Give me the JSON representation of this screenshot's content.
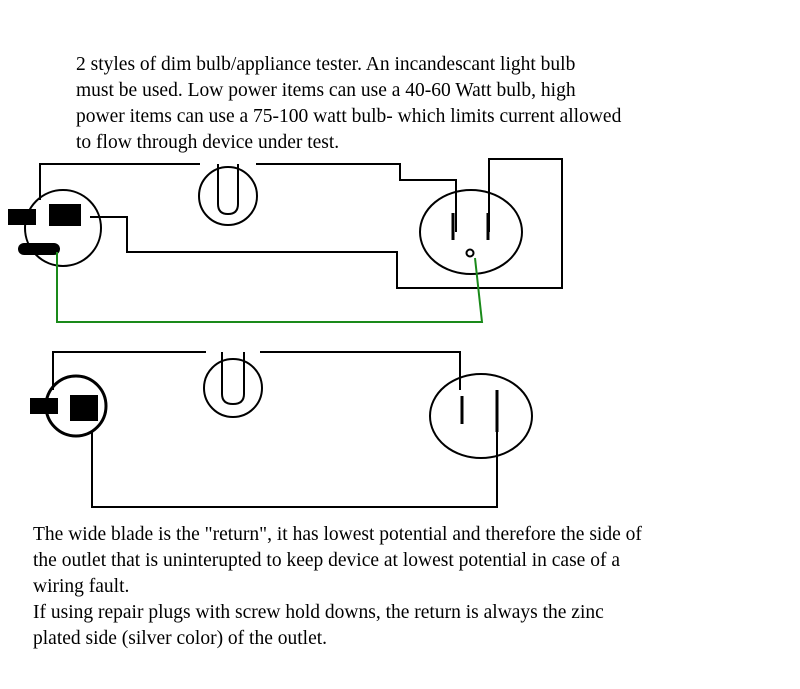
{
  "top_caption": {
    "lines": [
      "2 styles of dim bulb/appliance tester.  An incandescant light bulb",
      "must be used.  Low power items can use a 40-60 Watt bulb, high",
      "power items can use a 75-100 watt bulb- which limits current allowed",
      "to flow through device under test."
    ]
  },
  "bottom_caption": {
    "lines": [
      "The wide blade is the \"return\", it has lowest potential and therefore the side of",
      "the outlet that is uninterupted to keep device at lowest potential in case of a",
      "wiring fault.",
      "If using repair plugs with screw hold downs, the return is always the zinc",
      "plated side (silver color) of the outlet."
    ]
  },
  "colors": {
    "wire": "#000000",
    "ground_wire": "#1a8a1a",
    "background": "#ffffff"
  },
  "diagrams": [
    {
      "style": "three-prong",
      "components": [
        "plug",
        "bulb",
        "outlet",
        "ground-wire"
      ]
    },
    {
      "style": "two-prong",
      "components": [
        "plug",
        "bulb",
        "outlet"
      ]
    }
  ]
}
